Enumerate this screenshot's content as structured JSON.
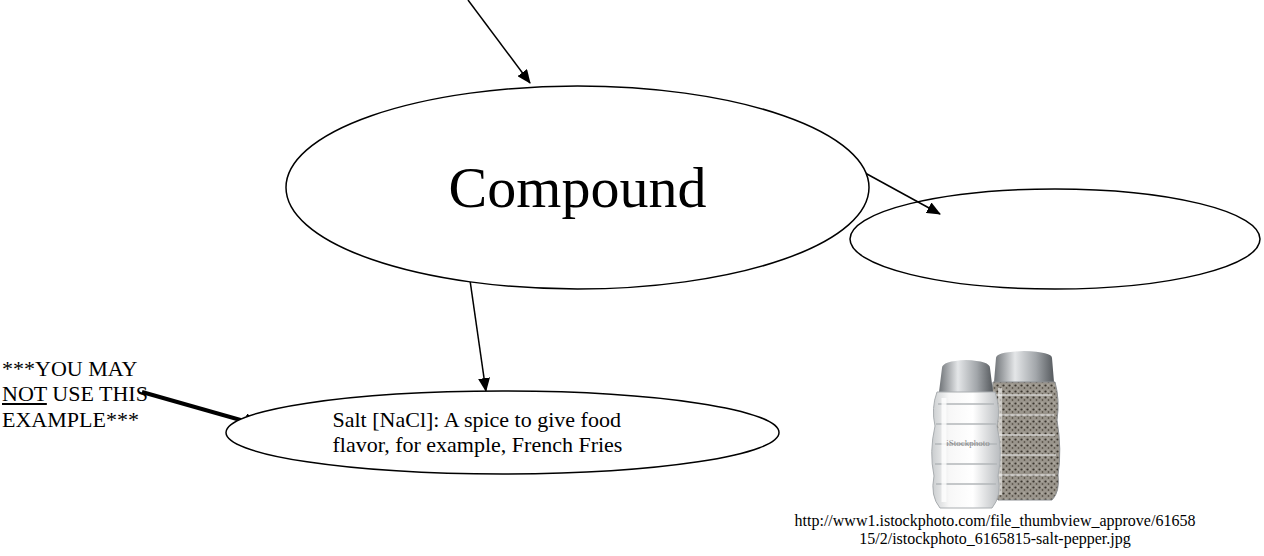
{
  "diagram": {
    "nodes": [
      {
        "text": [
          "Compound"
        ]
      },
      {
        "text": [
          "Salt [NaCl]: A spice to give food flavor, for example, French Fries"
        ]
      }
    ],
    "edges": [
      {
        "from": 0,
        "to": 1,
        "arrow": "to"
      }
    ],
    "labels": [
      "***YOU MAY NOT USE THIS EXAMPLE***",
      "http://www1.istockphoto.com/file_thumbview_approve/61658 15/2/istockphoto_6165815-salt-pepper.jpg",
      "iStockphoto"
    ]
  }
}
